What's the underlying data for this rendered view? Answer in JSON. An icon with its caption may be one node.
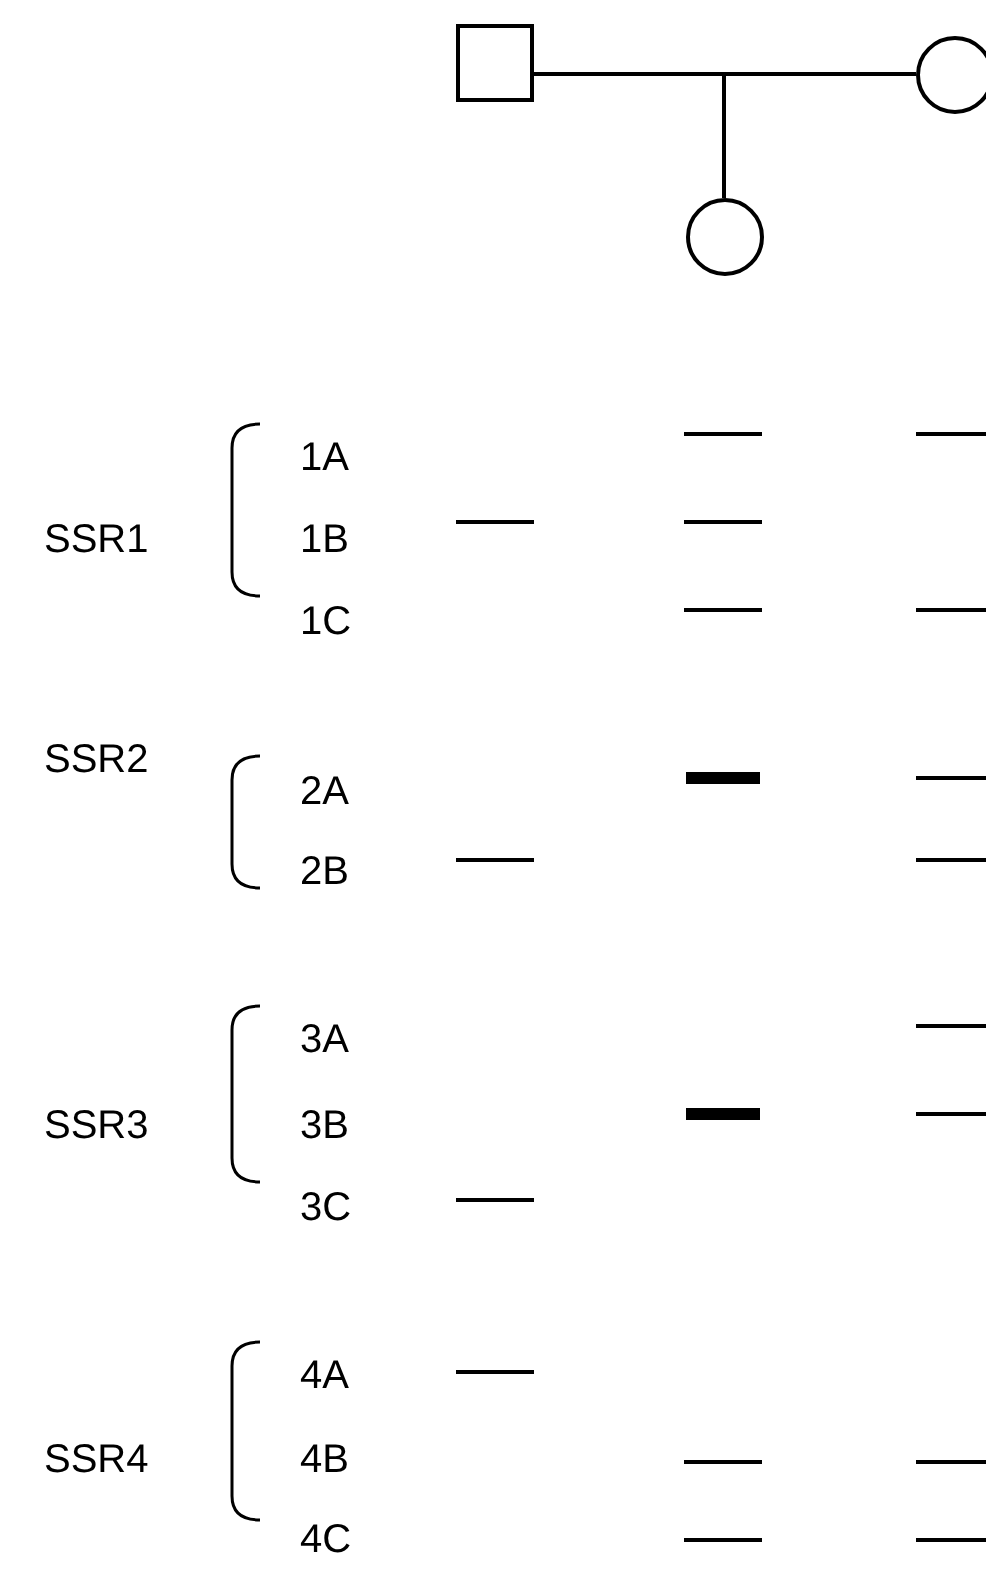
{
  "diagram": {
    "nodes": [
      {
        "text": [],
        "shape": "box"
      },
      {
        "text": [],
        "shape": "circle"
      },
      {
        "text": [],
        "shape": "circle"
      }
    ],
    "edges": [
      {
        "from": 0,
        "to": 1,
        "arrow": "none"
      },
      {
        "from": 0,
        "to": 2,
        "arrow": "none"
      },
      {
        "from": 1,
        "to": 2,
        "arrow": "none"
      }
    ],
    "labels": [
      "SSR1",
      "1A",
      "1B",
      "1C",
      "SSR2",
      "2A",
      "2B",
      "SSR3",
      "3A",
      "3B",
      "3C",
      "SSR4",
      "4A",
      "4B",
      "4C"
    ]
  }
}
